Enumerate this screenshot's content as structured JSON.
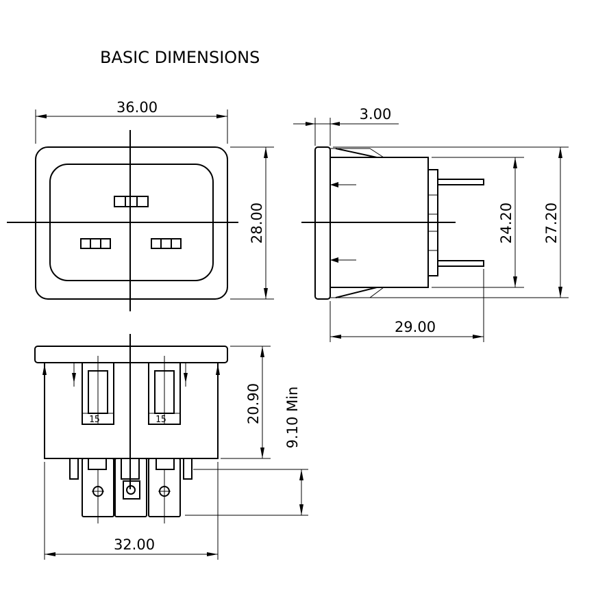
{
  "title": "BASIC DIMENSIONS",
  "dimensions": {
    "front_width": "36.00",
    "front_height": "28.00",
    "side_flange": "3.00",
    "side_inner_height": "24.20",
    "side_outer_height": "27.20",
    "side_depth": "29.00",
    "bottom_height": "20.90",
    "terminal_length": "9.10 Min",
    "bottom_width": "32.00"
  },
  "labels": {
    "terminal_left": "15",
    "terminal_right": "15"
  }
}
